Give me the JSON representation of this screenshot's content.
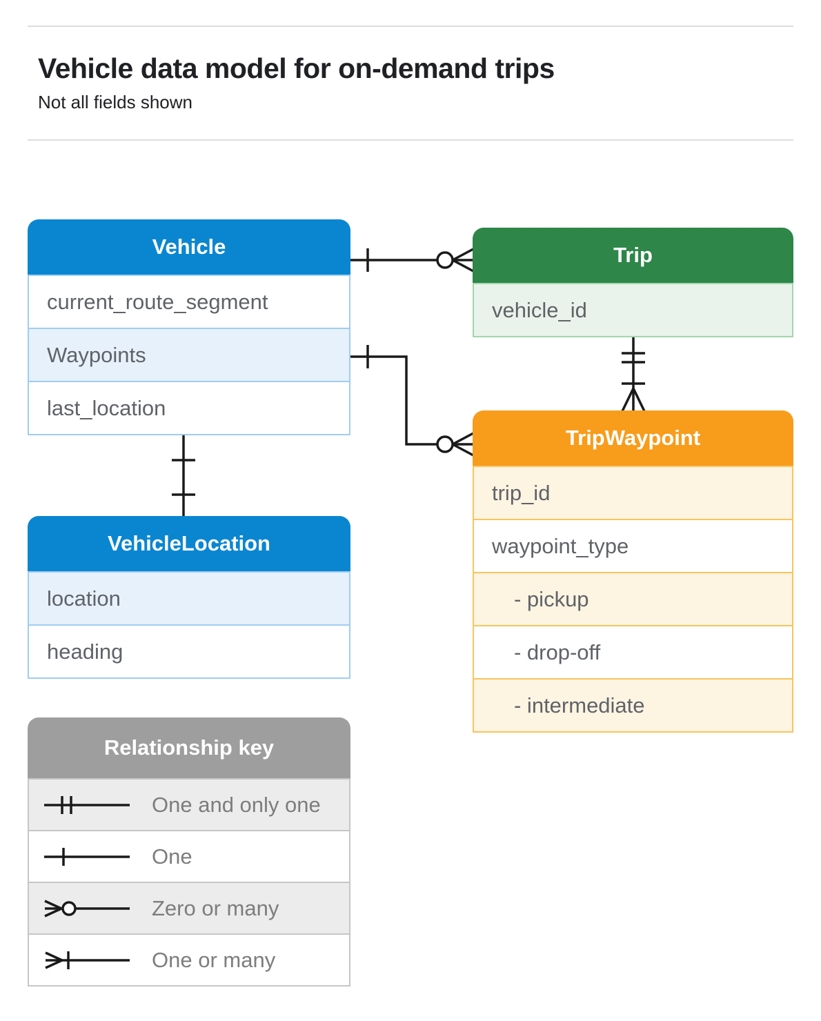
{
  "page": {
    "title": "Vehicle data model for on-demand trips",
    "subtitle": "Not all fields shown"
  },
  "entities": [
    {
      "name": "Vehicle",
      "fields": [
        {
          "label": "current_route_segment",
          "shaded": false
        },
        {
          "label": "Waypoints",
          "shaded": true
        },
        {
          "label": "last_location",
          "shaded": false
        }
      ]
    },
    {
      "name": "Trip",
      "fields": [
        {
          "label": "vehicle_id",
          "shaded": true
        }
      ]
    },
    {
      "name": "TripWaypoint",
      "fields": [
        {
          "label": "trip_id",
          "shaded": true
        },
        {
          "label": "waypoint_type",
          "shaded": false
        },
        {
          "label": "- pickup",
          "shaded": true,
          "indent": true
        },
        {
          "label": "- drop-off",
          "shaded": false,
          "indent": true
        },
        {
          "label": "- intermediate",
          "shaded": true,
          "indent": true
        }
      ]
    },
    {
      "name": "VehicleLocation",
      "fields": [
        {
          "label": "location",
          "shaded": true
        },
        {
          "label": "heading",
          "shaded": false
        }
      ]
    }
  ],
  "legend": {
    "title": "Relationship key",
    "items": [
      {
        "symbol": "one-and-only-one",
        "label": "One and only one"
      },
      {
        "symbol": "one",
        "label": "One"
      },
      {
        "symbol": "zero-or-many",
        "label": "Zero or many"
      },
      {
        "symbol": "one-or-many",
        "label": "One or many"
      }
    ]
  },
  "relationships": [
    {
      "from": "Vehicle",
      "to": "Trip",
      "from_marker": "one",
      "to_marker": "zero-or-many"
    },
    {
      "from": "Vehicle.Waypoints",
      "to": "TripWaypoint",
      "from_marker": "one",
      "to_marker": "zero-or-many"
    },
    {
      "from": "Trip",
      "to": "TripWaypoint",
      "from_marker": "one-and-only-one",
      "to_marker": "one-or-many"
    },
    {
      "from": "Vehicle",
      "to": "VehicleLocation",
      "from_marker": "one",
      "to_marker": "one"
    }
  ],
  "colors": {
    "vehicle_header": "#0a86d1",
    "vehicle_border": "#9fcdf2",
    "vehicle_row_shade": "#e7f1fc",
    "trip_header": "#2e8649",
    "trip_border": "#a3d5ab",
    "trip_row_shade": "#e9f3eb",
    "trip_waypoint_header": "#f89c1c",
    "trip_waypoint_border": "#f8c55c",
    "trip_waypoint_row_shade": "#fdf4e2",
    "key_header": "#9e9e9e",
    "key_border": "#c6c6c6",
    "key_row_shade": "#ececec",
    "connector": "#1a1a1a",
    "divider": "#dadce0",
    "field_text": "#5f6368"
  }
}
